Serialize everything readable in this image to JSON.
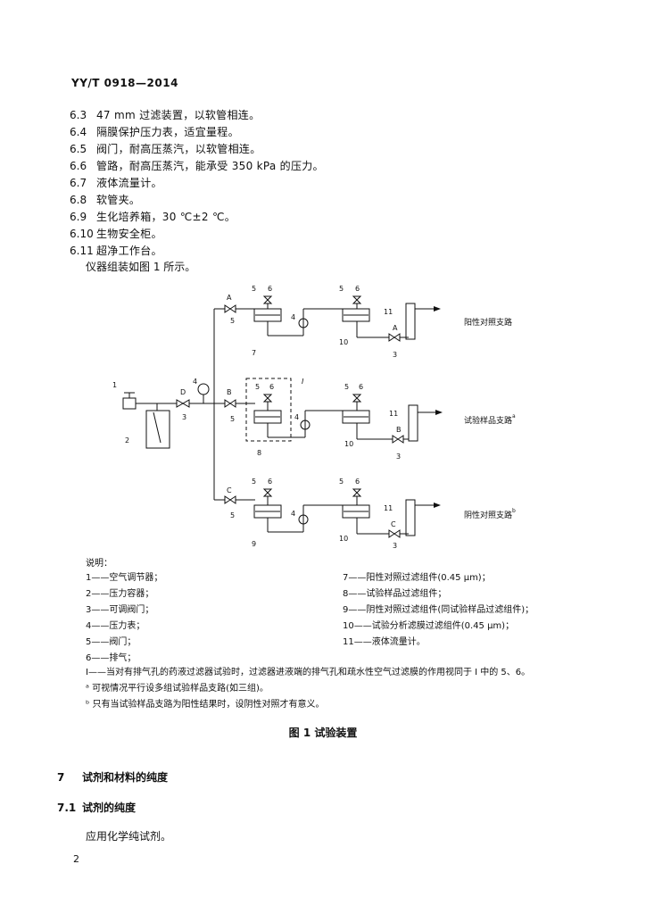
{
  "header": {
    "standard_no": "YY/T 0918—2014"
  },
  "items": [
    {
      "num": "6.3",
      "text": "47 mm 过滤装置，以软管相连。"
    },
    {
      "num": "6.4",
      "text": "隔膜保护压力表，适宜量程。"
    },
    {
      "num": "6.5",
      "text": "阀门，耐高压蒸汽，以软管相连。"
    },
    {
      "num": "6.6",
      "text": "管路，耐高压蒸汽，能承受 350 kPa 的压力。"
    },
    {
      "num": "6.7",
      "text": "液体流量计。"
    },
    {
      "num": "6.8",
      "text": "软管夹。"
    },
    {
      "num": "6.9",
      "text": "生化培养箱，30 ℃±2 ℃。"
    },
    {
      "num": "6.10",
      "text": "生物安全柜。"
    },
    {
      "num": "6.11",
      "text": "超净工作台。"
    }
  ],
  "intro": "仪器组装如图 1 所示。",
  "figure": {
    "branch_labels": {
      "top": "阳性对照支路",
      "middle": "试验样品支路",
      "bottom": "阴性对照支路"
    },
    "branch_marks": {
      "middle": "a",
      "bottom": "b"
    },
    "num_labels": {
      "n1": "1",
      "n2": "2",
      "n3": "3",
      "n4": "4",
      "n5": "5",
      "n6": "6",
      "n7": "7",
      "n8": "8",
      "n9": "9",
      "n10": "10",
      "n11": "11"
    },
    "valve_letters": {
      "A": "A",
      "B": "B",
      "C": "C",
      "D": "D"
    },
    "dashed_box_label": "I"
  },
  "legend": {
    "title": "说明：",
    "left": [
      "1——空气调节器；",
      "2——压力容器；",
      "3——可调阀门；",
      "4——压力表；",
      "5——阀门；",
      "6——排气；"
    ],
    "right": [
      "7——阳性对照过滤组件(0.45 μm)；",
      "8——试验样品过滤组件；",
      "9——阴性对照过滤组件(同试验样品过滤组件)；",
      "10——试验分析滤膜过滤组件(0.45 μm)；",
      "11——液体流量计。"
    ]
  },
  "notes": {
    "I": "I——当对有排气孔的药液过滤器试验时，过滤器进液端的排气孔和疏水性空气过滤膜的作用视同于 I 中的 5、6。",
    "a": "ᵃ 可视情况平行设多组试验样品支路(如三组)。",
    "b": "ᵇ 只有当试验样品支路为阳性结果时，设阴性对照才有意义。"
  },
  "caption": "图 1  试验装置",
  "section": {
    "num": "7",
    "title": "试剂和材料的纯度"
  },
  "subsection": {
    "num": "7.1",
    "title": "试剂的纯度"
  },
  "paragraph": "应用化学纯试剂。",
  "page_number": "2"
}
